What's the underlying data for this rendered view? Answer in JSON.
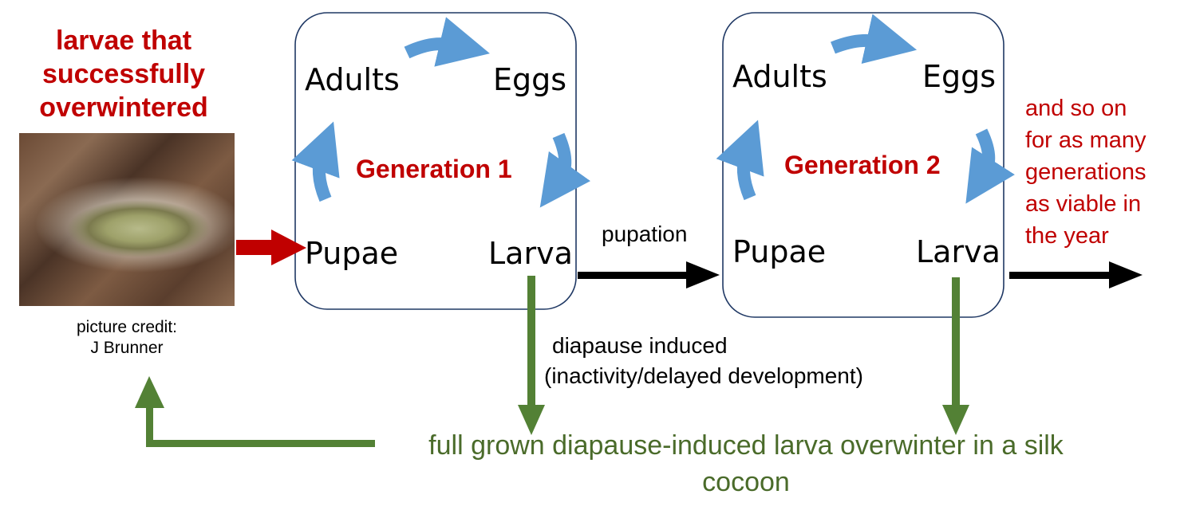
{
  "header": {
    "overwintered_title_lines": [
      "larvae that",
      "successfully",
      "overwintered"
    ]
  },
  "photo": {
    "credit_line1": "picture credit:",
    "credit_line2": "J Brunner"
  },
  "generation1": {
    "label": "Generation 1",
    "adults": "Adults",
    "eggs": "Eggs",
    "pupae": "Pupae",
    "larva": "Larva"
  },
  "generation2": {
    "label": "Generation 2",
    "adults": "Adults",
    "eggs": "Eggs",
    "pupae": "Pupae",
    "larva": "Larva"
  },
  "transitions": {
    "pupation": "pupation",
    "diapause_line1": "diapause induced",
    "diapause_line2": "(inactivity/delayed development)"
  },
  "continuation_note_lines": [
    "and so on",
    "for as many",
    "generations",
    "as viable in",
    "the year"
  ],
  "overwinter_note_lines": [
    "full grown diapause-induced larva overwinter in a silk",
    "cocoon"
  ],
  "colors": {
    "red": "#c00000",
    "blue_arrow": "#5b9bd5",
    "green": "#538135",
    "black": "#000000",
    "box_border": "#1f3864"
  }
}
